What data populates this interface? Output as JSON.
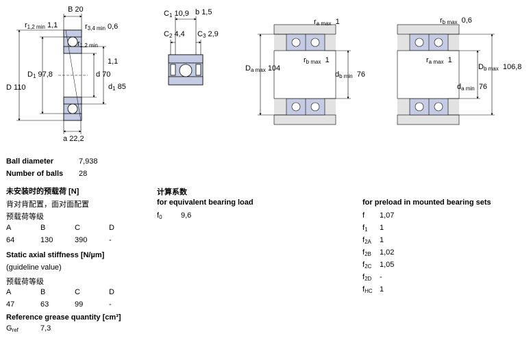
{
  "diagram_labels": {
    "B": "B",
    "B_val": "20",
    "r12_min": "r",
    "r12_min_sub": "1,2 min",
    "r12_val": "1,1",
    "r34_min": "r",
    "r34_min_sub": "3,4 min",
    "r34_val": "0,6",
    "r12_min_b": "r",
    "r12_min_b_sub": "1,2 min",
    "r12_val_b": "1,1",
    "D1": "D",
    "D1_sub": "1",
    "D1_val": "97,8",
    "d": "d",
    "d_val": "70",
    "D": "D",
    "D_val": "110",
    "d1": "d",
    "d1_sub": "1",
    "d1_val": "85",
    "a": "a",
    "a_val": "22,2",
    "C1": "C",
    "C1_sub": "1",
    "C1_val": "10,9",
    "b": "b",
    "b_val": "1,5",
    "C2": "C",
    "C2_sub": "2",
    "C2_val": "4,4",
    "C3": "C",
    "C3_sub": "3",
    "C3_val": "2,9",
    "ra_max": "r",
    "ra_max_sub": "a max",
    "ra_max_val": "1",
    "Da_max": "D",
    "Da_max_sub": "a max",
    "Da_max_val": "104",
    "rb_max": "r",
    "rb_max_sub": "b max",
    "rb_max_val": "1",
    "db_min": "d",
    "db_min_sub": "b min",
    "db_min_val": "76",
    "rb_max2": "r",
    "rb_max2_sub": "b max",
    "rb_max2_val": "0,6",
    "ra_max2": "r",
    "ra_max2_sub": "a max",
    "ra_max2_val": "1",
    "Db_max": "D",
    "Db_max_sub": "b max",
    "Db_max_val": "106,8",
    "da_min": "d",
    "da_min_sub": "a min",
    "da_min_val": "76"
  },
  "colors": {
    "ring_fill": "#c5cbe3",
    "housing_fill": "#e2e2e2",
    "line": "#000000"
  },
  "specs": {
    "ball_diameter_label": "Ball diameter",
    "ball_diameter": "7,938",
    "num_balls_label": "Number of balls",
    "num_balls": "28",
    "load_heading": "未安装时的预载荷 [N]",
    "load_sub": "背对背配置，面对面配置",
    "load_class": "预载荷等级",
    "load_cols": [
      "A",
      "B",
      "C",
      "D"
    ],
    "load_vals": [
      "64",
      "130",
      "390",
      "-"
    ],
    "stiff_heading": "Static axial stiffness [N/µm]",
    "stiff_sub": "(guideline value)",
    "stiff_class": "预载荷等级",
    "stiff_cols": [
      "A",
      "B",
      "C",
      "D"
    ],
    "stiff_vals": [
      "47",
      "63",
      "99",
      "-"
    ],
    "grease_heading": "Reference grease quantity [cm³]",
    "gref_label": "G",
    "gref_sub": "ref",
    "gref_val": "7,3"
  },
  "calc": {
    "heading": "计算系数",
    "equiv_heading": "for equivalent bearing load",
    "f0_label": "f",
    "f0_sub": "0",
    "f0_val": "9,6",
    "preload_heading": "for preload in mounted bearing sets",
    "factors": [
      {
        "label": "f",
        "sub": "",
        "val": "1,07"
      },
      {
        "label": "f",
        "sub": "1",
        "val": "1"
      },
      {
        "label": "f",
        "sub": "2A",
        "val": "1"
      },
      {
        "label": "f",
        "sub": "2B",
        "val": "1,02"
      },
      {
        "label": "f",
        "sub": "2C",
        "val": "1,05"
      },
      {
        "label": "f",
        "sub": "2D",
        "val": "-"
      },
      {
        "label": "f",
        "sub": "HC",
        "val": "1"
      }
    ]
  }
}
